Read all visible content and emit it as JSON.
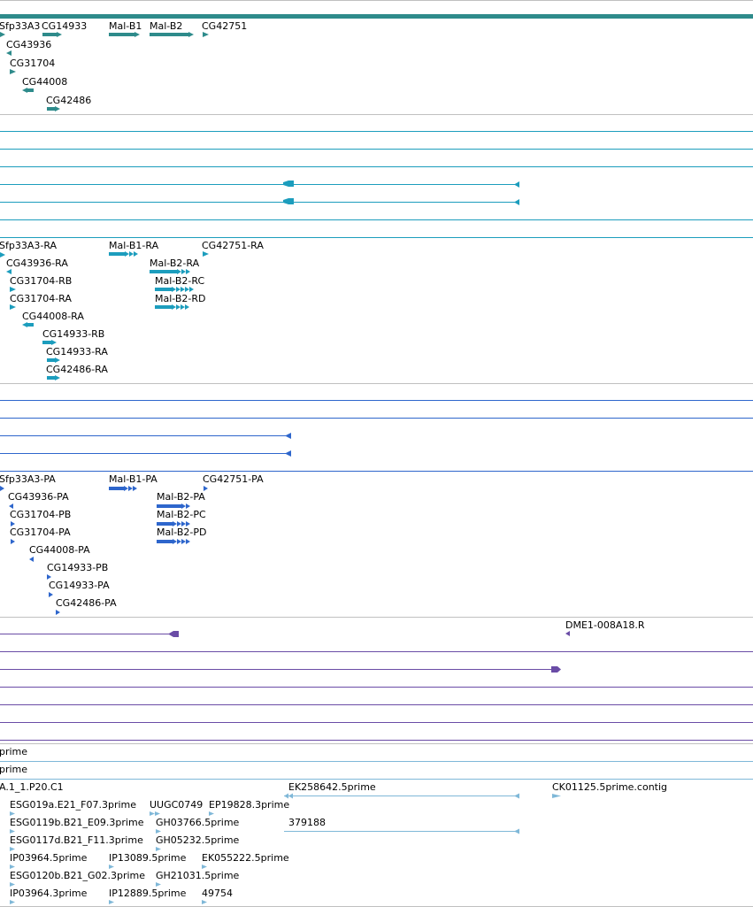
{
  "colors": {
    "gene": "#2e8b8b",
    "transcript": "#1c9dbd",
    "protein": "#2e66cc",
    "est_contig": "#6a4ca6",
    "est": "#7fb8d8",
    "grid": "#c0c0c0",
    "top_bar": "#2e8b8b"
  },
  "tracks": {
    "genes": {
      "features": [
        {
          "label": "Sfp33A3",
          "arrow": "right"
        },
        {
          "label": "CG14933",
          "arrow": "right"
        },
        {
          "label": "Mal-B1",
          "arrow": "right"
        },
        {
          "label": "Mal-B2",
          "arrow": "right"
        },
        {
          "label": "CG42751",
          "arrow": "right"
        },
        {
          "label": "CG43936",
          "arrow": "left"
        },
        {
          "label": "CG31704",
          "arrow": "right"
        },
        {
          "label": "CG44008",
          "arrow": "left"
        },
        {
          "label": "CG42486",
          "arrow": "right"
        }
      ]
    },
    "transcripts": {
      "features": [
        {
          "label": "Sfp33A3-RA"
        },
        {
          "label": "Mal-B1-RA"
        },
        {
          "label": "CG42751-RA"
        },
        {
          "label": "CG43936-RA"
        },
        {
          "label": "Mal-B2-RA"
        },
        {
          "label": "CG31704-RB"
        },
        {
          "label": "Mal-B2-RC"
        },
        {
          "label": "CG31704-RA"
        },
        {
          "label": "Mal-B2-RD"
        },
        {
          "label": "CG44008-RA"
        },
        {
          "label": "CG14933-RB"
        },
        {
          "label": "CG14933-RA"
        },
        {
          "label": "CG42486-RA"
        }
      ]
    },
    "proteins": {
      "features": [
        {
          "label": "Sfp33A3-PA"
        },
        {
          "label": "Mal-B1-PA"
        },
        {
          "label": "CG42751-PA"
        },
        {
          "label": "CG43936-PA"
        },
        {
          "label": "Mal-B2-PA"
        },
        {
          "label": "CG31704-PB"
        },
        {
          "label": "Mal-B2-PC"
        },
        {
          "label": "CG31704-PA"
        },
        {
          "label": "Mal-B2-PD"
        },
        {
          "label": "CG44008-PA"
        },
        {
          "label": "CG14933-PB"
        },
        {
          "label": "CG14933-PA"
        },
        {
          "label": "CG42486-PA"
        }
      ]
    },
    "est_contigs": {
      "features": [
        {
          "label": "DME1-008A18.R"
        }
      ]
    },
    "ests": {
      "features": [
        {
          "label": "prime"
        },
        {
          "label": "prime"
        },
        {
          "label": "A.1_1.P20.C1"
        },
        {
          "label": "EK258642.5prime"
        },
        {
          "label": "CK01125.5prime.contig"
        },
        {
          "label": "ESG019a.E21_F07.3prime"
        },
        {
          "label": "UUGC0749"
        },
        {
          "label": "EP19828.3prime"
        },
        {
          "label": "ESG0119b.B21_E09.3prime"
        },
        {
          "label": "GH03766.5prime"
        },
        {
          "label": "379188"
        },
        {
          "label": "ESG0117d.B21_F11.3prime"
        },
        {
          "label": "GH05232.5prime"
        },
        {
          "label": "IP03964.5prime"
        },
        {
          "label": "IP13089.5prime"
        },
        {
          "label": "EK055222.5prime"
        },
        {
          "label": "ESG0120b.B21_G02.3prime"
        },
        {
          "label": "GH21031.5prime"
        },
        {
          "label": "IP03964.3prime"
        },
        {
          "label": "IP12889.5prime"
        },
        {
          "label": "49754"
        }
      ]
    }
  }
}
